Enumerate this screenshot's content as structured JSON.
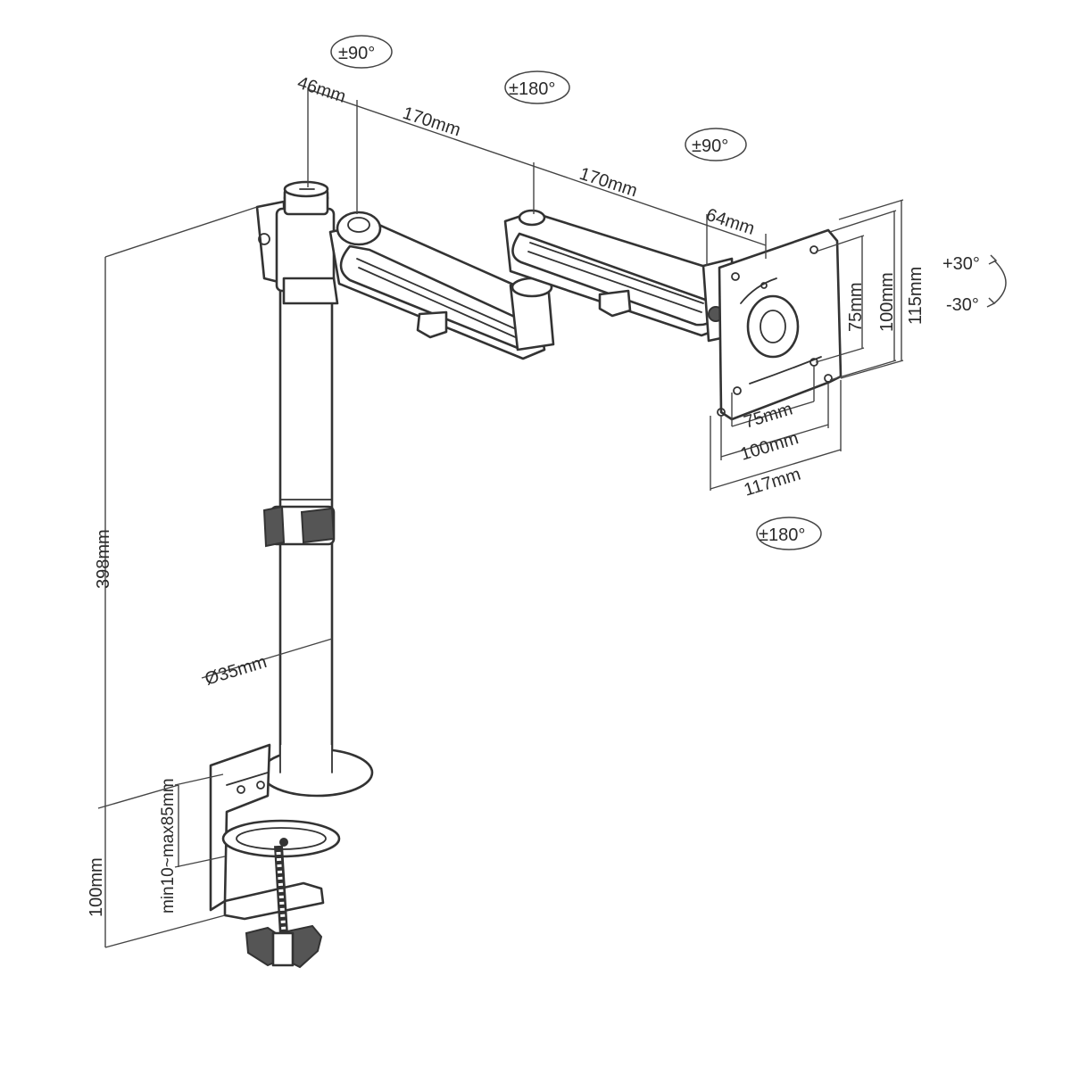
{
  "diagram": {
    "dimensions": {
      "arm_offset": "46mm",
      "arm_segment_1": "170mm",
      "arm_segment_2": "170mm",
      "plate_offset": "64mm",
      "pole_height": "398mm",
      "pole_diameter": "Ø35mm",
      "clamp_height": "100mm",
      "desk_thickness": "min10~max85mm",
      "vesa_h_75": "75mm",
      "vesa_h_100": "100mm",
      "plate_width": "117mm",
      "vesa_v_75": "75mm",
      "vesa_v_100": "100mm",
      "plate_height": "115mm"
    },
    "rotations": {
      "pole_swivel": "±90°",
      "arm_swivel": "±180°",
      "head_swivel": "±90°",
      "rotation": "±180°",
      "tilt_up": "+30°",
      "tilt_down": "-30°"
    }
  }
}
